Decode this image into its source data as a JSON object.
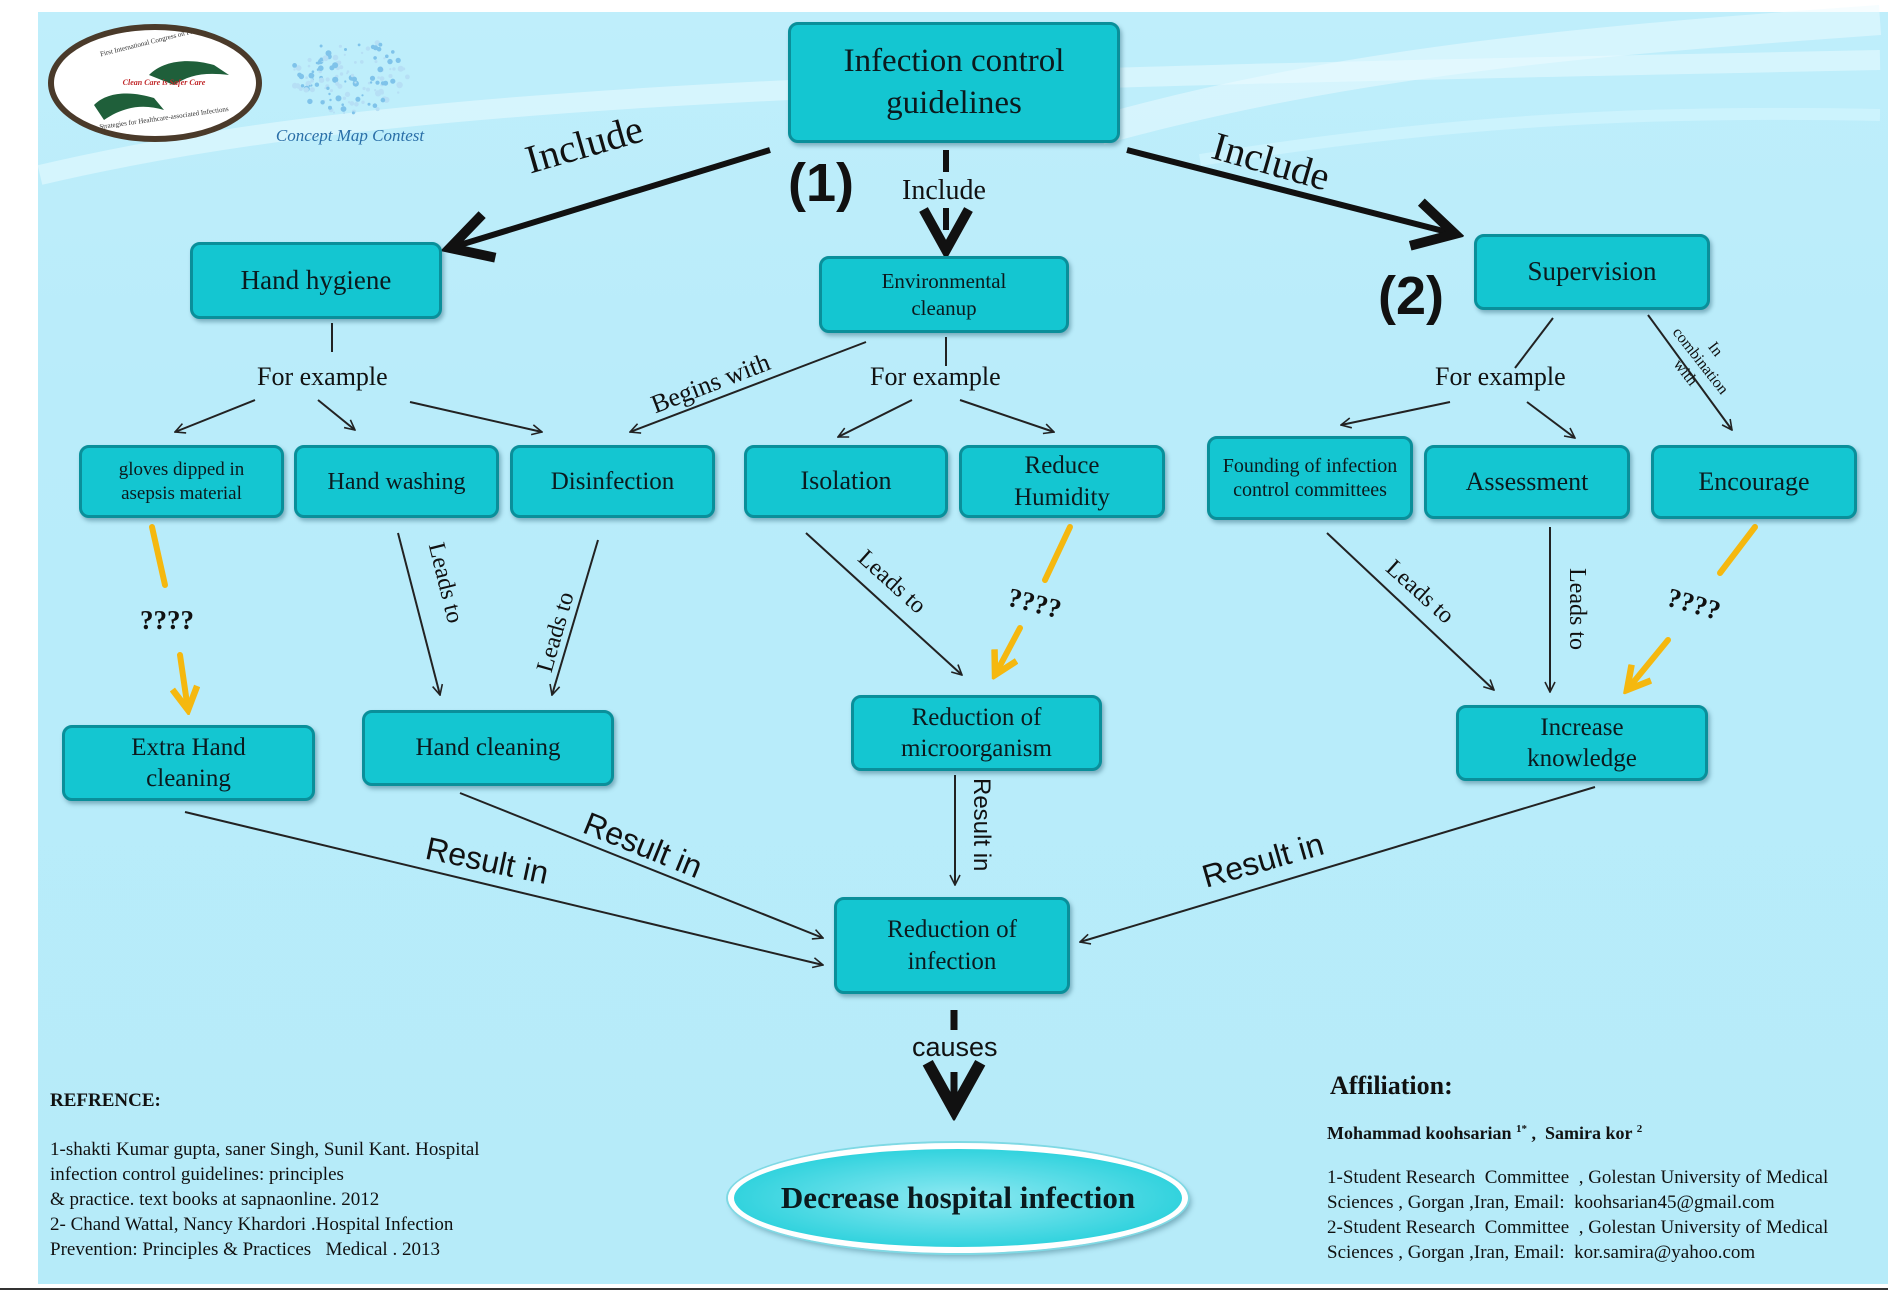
{
  "nodes": {
    "root": "Infection control guidelines",
    "hand_hygiene": "Hand hygiene",
    "env_cleanup": "Environmental cleanup",
    "supervision": "Supervision",
    "gloves": "gloves dipped in asepsis material",
    "hand_washing": "Hand washing",
    "disinfection": "Disinfection",
    "isolation": "Isolation",
    "reduce_humidity": "Reduce Humidity",
    "founding": "Founding of infection control committees",
    "assessment": "Assessment",
    "encourage": "Encourage",
    "extra_hand_cleaning": "Extra Hand cleaning",
    "hand_cleaning": "Hand cleaning",
    "reduction_microorganism": "Reduction of microorganism",
    "increase_knowledge": "Increase knowledge",
    "reduction_infection": "Reduction of infection",
    "final": "Decrease hospital infection"
  },
  "labels": {
    "include": "Include",
    "for_example": "For example",
    "begins_with": "Begins with",
    "in_combination_with": "In combination with",
    "leads_to": "Leads to",
    "result_in": "Result in",
    "unknown": "????",
    "causes": "causes",
    "marker_1": "(1)",
    "marker_2": "(2)"
  },
  "logos": {
    "congress_text": "First International Congress on Prevention",
    "congress_motto": "Clean Care is Safer Care",
    "congress_subtext": "Strategies for Healthcare-associated Infections",
    "contest_text": "Concept Map Contest"
  },
  "references": {
    "heading": "REFRENCE:",
    "lines": [
      "1-shakti Kumar gupta, saner Singh, Sunil Kant. Hospital",
      "infection control guidelines: principles",
      "& practice. text books at sapnaonline. 2012",
      "2- Chand Wattal, Nancy Khardori .Hospital Infection",
      "Prevention: Principles & Practices   Medical . 2013"
    ]
  },
  "affiliation": {
    "heading": "Affiliation:",
    "author1": "Mohammad koohsarian",
    "author1_sup": "1*",
    "separator": ", ",
    "author2": "Samira kor",
    "author2_sup": "2",
    "lines": [
      "1-Student Research  Committee  , Golestan University of Medical",
      "Sciences , Gorgan ,Iran, Email:  koohsarian45@gmail.com",
      "2-Student Research  Committee  , Golestan University of Medical",
      "Sciences , Gorgan ,Iran, Email:  kor.samira@yahoo.com"
    ]
  },
  "colors": {
    "node_fill": "#14c6d1",
    "node_border": "#0a8f9a",
    "background": "#b9ecfa",
    "unknown_arrow": "#f5b80f"
  }
}
